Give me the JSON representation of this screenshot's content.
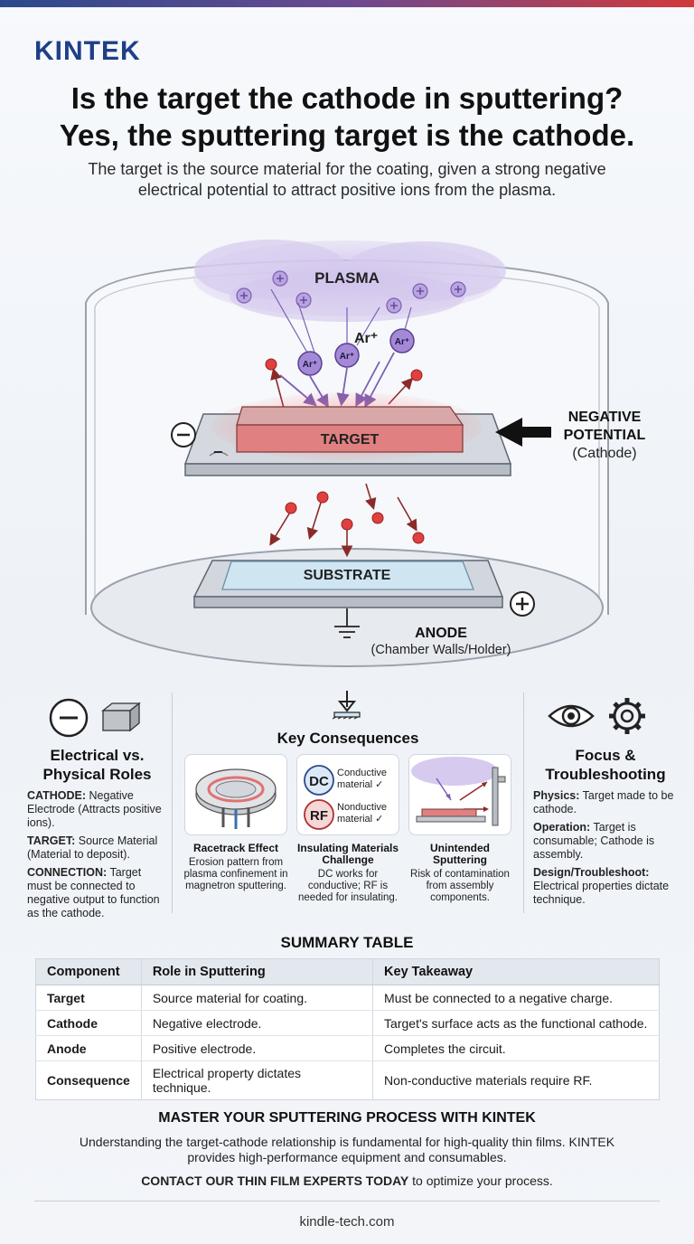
{
  "brand": {
    "logo": "KINTEK"
  },
  "header": {
    "title_line1": "Is the target the cathode in sputtering?",
    "title_line2": "Yes, the sputtering target is the cathode.",
    "subtitle": "The target is the source material for the coating, given a strong negative electrical potential to attract positive ions from the plasma."
  },
  "diagram": {
    "plasma": "PLASMA",
    "ion": "Ar⁺",
    "target": "TARGET",
    "negative_potential_line1": "NEGATIVE",
    "negative_potential_line2": "POTENTIAL",
    "negative_potential_line3": "(Cathode)",
    "substrate": "SUBSTRATE",
    "anode": "ANODE",
    "anode_note": "(Chamber Walls/Holder)",
    "minus": "−",
    "plus": "+"
  },
  "left_column": {
    "title_line1": "Electrical vs.",
    "title_line2": "Physical Roles",
    "items": [
      {
        "label": "CATHODE:",
        "text": "Negative Electrode (Attracts positive ions)."
      },
      {
        "label": "TARGET:",
        "text": "Source Material (Material to deposit)."
      },
      {
        "label": "CONNECTION:",
        "text": "Target must be connected to negative output to function as the cathode."
      }
    ]
  },
  "middle_column": {
    "title": "Key Consequences",
    "dc": "DC",
    "rf": "RF",
    "conductive": "Conductive material ✓",
    "nonductive": "Nonductive material ✓",
    "cards": [
      {
        "title": "Racetrack Effect",
        "text": "Erosion pattern from plasma confinement in magnetron sputtering."
      },
      {
        "title": "Insulating Materials Challenge",
        "text": "DC works for conductive; RF is needed for insulating."
      },
      {
        "title": "Unintended Sputtering",
        "text": "Risk of contamination from assembly components."
      }
    ]
  },
  "right_column": {
    "title_line1": "Focus &",
    "title_line2": "Troubleshooting",
    "items": [
      {
        "label": "Physics:",
        "text": "Target made to be cathode."
      },
      {
        "label": "Operation:",
        "text": "Target is consumable; Cathode is assembly."
      },
      {
        "label": "Design/Troubleshoot:",
        "text": "Electrical properties dictate technique."
      }
    ]
  },
  "summary": {
    "title": "SUMMARY TABLE",
    "headers": [
      "Component",
      "Role in Sputtering",
      "Key Takeaway"
    ],
    "rows": [
      [
        "Target",
        "Source material for coating.",
        "Must be connected to a negative charge."
      ],
      [
        "Cathode",
        "Negative electrode.",
        "Target's surface acts as the functional cathode."
      ],
      [
        "Anode",
        "Positive electrode.",
        "Completes the circuit."
      ],
      [
        "Consequence",
        "Electrical property dictates technique.",
        "Non-conductive materials require RF."
      ]
    ]
  },
  "cta": {
    "title": "MASTER YOUR SPUTTERING PROCESS WITH KINTEK",
    "text": "Understanding the target-cathode relationship is fundamental for high-quality thin films. KINTEK provides high-performance equipment and consumables.",
    "contact_bold": "CONTACT OUR THIN FILM EXPERTS TODAY",
    "contact_rest": " to optimize your process."
  },
  "footer": {
    "url": "kindle-tech.com"
  },
  "colors": {
    "brand_blue": "#1f3f86",
    "accent_red": "#d13a3a",
    "ion_purple": "#8a6fc0",
    "target_red": "#e05555",
    "substrate_blue": "#cfe6f2"
  }
}
